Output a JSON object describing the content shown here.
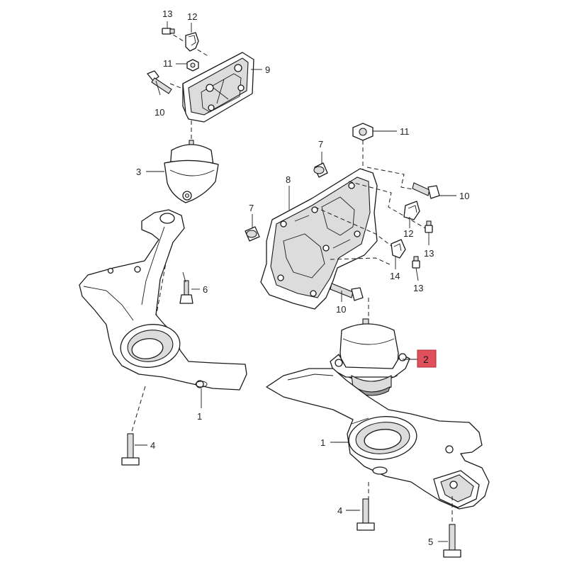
{
  "callouts": {
    "c13a": "13",
    "c12a": "12",
    "c11a": "11",
    "c9": "9",
    "c10a": "10",
    "c3": "3",
    "c6": "6",
    "c1a": "1",
    "c4a": "4",
    "c11b": "11",
    "c7a": "7",
    "c8": "8",
    "c10b": "10",
    "c7b": "7",
    "c12b": "12",
    "c13b": "13",
    "c14": "14",
    "c13c": "13",
    "c10c": "10",
    "c2": "2",
    "c1b": "1",
    "c4b": "4",
    "c5": "5"
  },
  "highlight_color": "#e0505b"
}
